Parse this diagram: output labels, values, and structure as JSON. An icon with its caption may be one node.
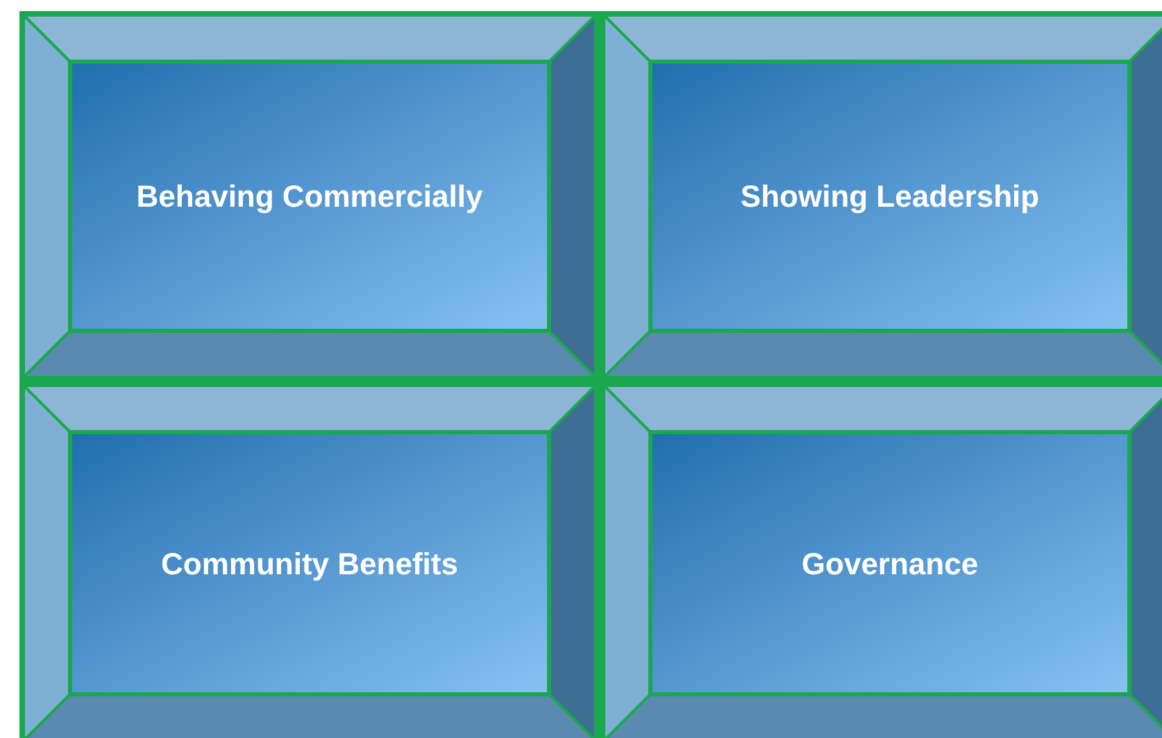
{
  "diagram": {
    "nodes": [
      {
        "text": [
          "Behaving Commercially"
        ]
      },
      {
        "text": [
          "Showing Leadership"
        ]
      },
      {
        "text": [
          "Community Benefits"
        ]
      },
      {
        "text": [
          "Governance"
        ]
      }
    ]
  }
}
